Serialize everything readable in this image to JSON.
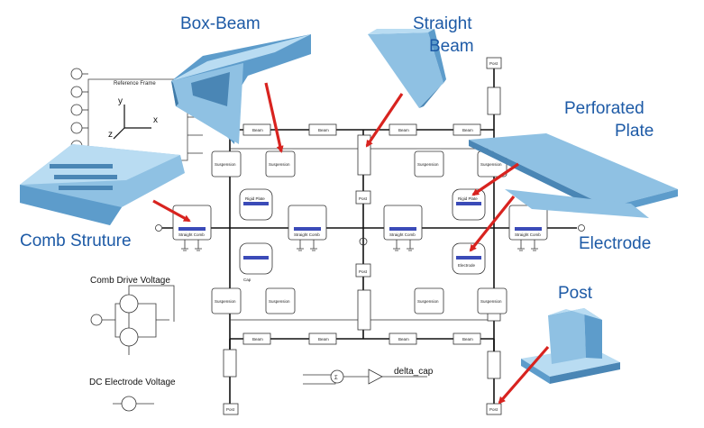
{
  "callouts": {
    "box_beam": "Box-Beam",
    "straight_beam_l1": "Straight",
    "straight_beam_l2": "Beam",
    "perforated_l1": "Perforated",
    "perforated_l2": "Plate",
    "comb": "Comb Struture",
    "electrode": "Electrode",
    "post": "Post"
  },
  "labels": {
    "comb_voltage": "Comb Drive Voltage",
    "dc_voltage": "DC Electrode Voltage",
    "delta_cap": "delta_cap",
    "reference_frame": "Reference Frame",
    "axis_y": "y",
    "axis_x": "x",
    "axis_z": "z"
  },
  "blocks": {
    "beam": "Beam",
    "suspension": "Suspension",
    "rigid_plate": "Rigid Plate",
    "straight_comb": "Straight Comb",
    "electrode": "Electrode",
    "post": "Post",
    "cap": "Cap"
  },
  "colors": {
    "callout_text": "#1d5aa6",
    "structure_face": "#8fc1e3",
    "structure_side": "#5d9ccb",
    "structure_top": "#b9dcf2",
    "arrow": "#d8231f",
    "port": "#3b4bb8"
  }
}
